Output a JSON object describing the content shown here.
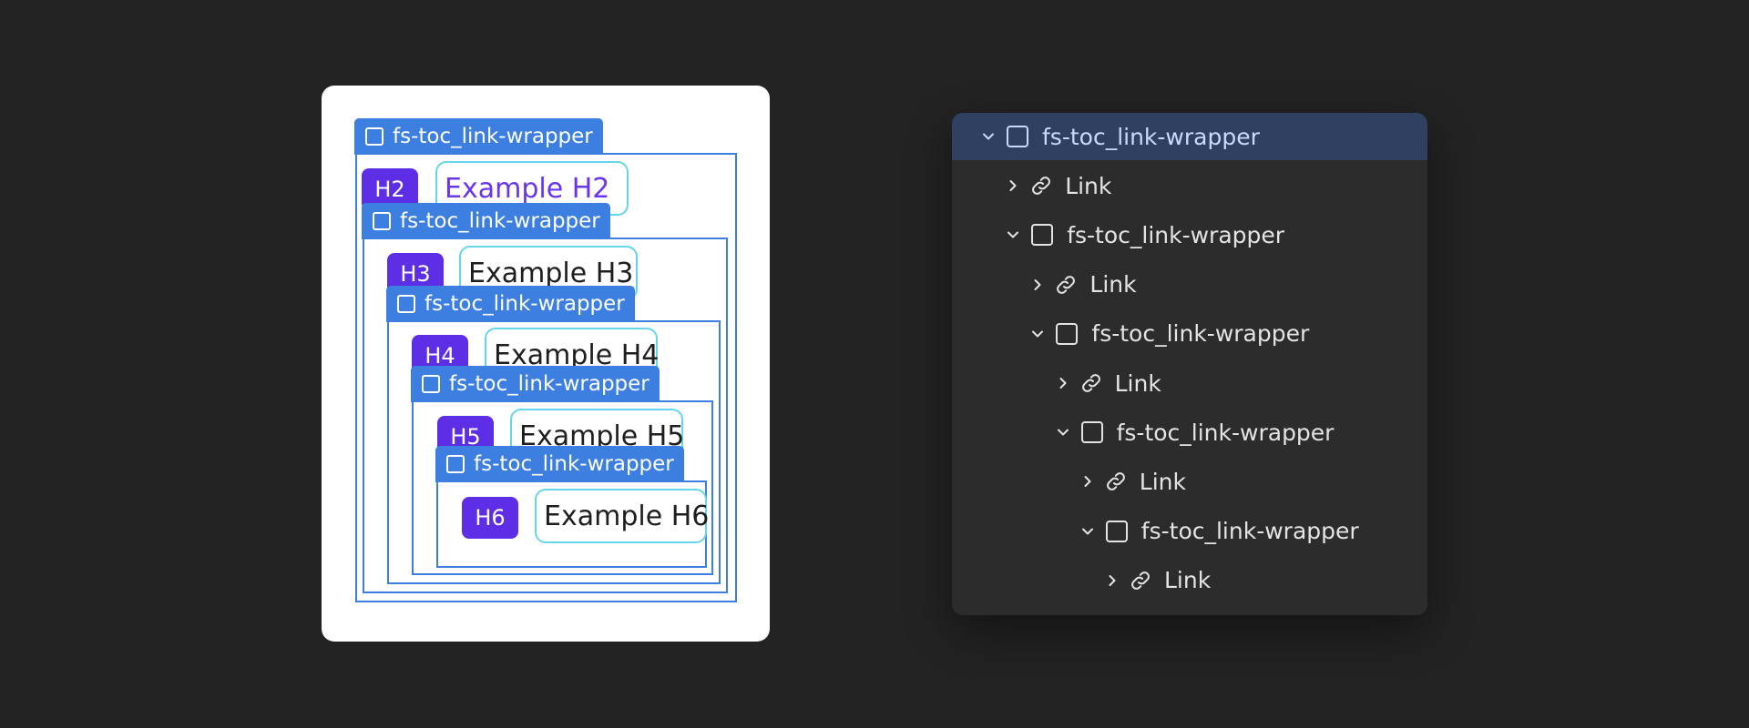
{
  "canvas": {
    "wrapper_label": "fs-toc_link-wrapper",
    "levels": [
      {
        "badge": "H2",
        "text": "Example H2"
      },
      {
        "badge": "H3",
        "text": "Example H3"
      },
      {
        "badge": "H4",
        "text": "Example H4"
      },
      {
        "badge": "H5",
        "text": "Example H5"
      },
      {
        "badge": "H6",
        "text": "Example H6"
      }
    ]
  },
  "navigator": {
    "rows": [
      {
        "label": "fs-toc_link-wrapper",
        "icon": "box-icon",
        "chevron": "down",
        "depth": 0,
        "selected": true
      },
      {
        "label": "Link",
        "icon": "link-icon",
        "chevron": "right",
        "depth": 1
      },
      {
        "label": "fs-toc_link-wrapper",
        "icon": "box-icon",
        "chevron": "down",
        "depth": 1
      },
      {
        "label": "Link",
        "icon": "link-icon",
        "chevron": "right",
        "depth": 2
      },
      {
        "label": "fs-toc_link-wrapper",
        "icon": "box-icon",
        "chevron": "down",
        "depth": 2
      },
      {
        "label": "Link",
        "icon": "link-icon",
        "chevron": "right",
        "depth": 3
      },
      {
        "label": "fs-toc_link-wrapper",
        "icon": "box-icon",
        "chevron": "down",
        "depth": 3
      },
      {
        "label": "Link",
        "icon": "link-icon",
        "chevron": "right",
        "depth": 4
      },
      {
        "label": "fs-toc_link-wrapper",
        "icon": "box-icon",
        "chevron": "down",
        "depth": 4
      },
      {
        "label": "Link",
        "icon": "link-icon",
        "chevron": "right",
        "depth": 5
      }
    ]
  },
  "colors": {
    "background": "#232323",
    "wrapper_blue": "#3d7fe0",
    "heading_badge": "#5e2ee6",
    "link_outline": "#65d6ea",
    "nav_selected": "#2f4060"
  }
}
